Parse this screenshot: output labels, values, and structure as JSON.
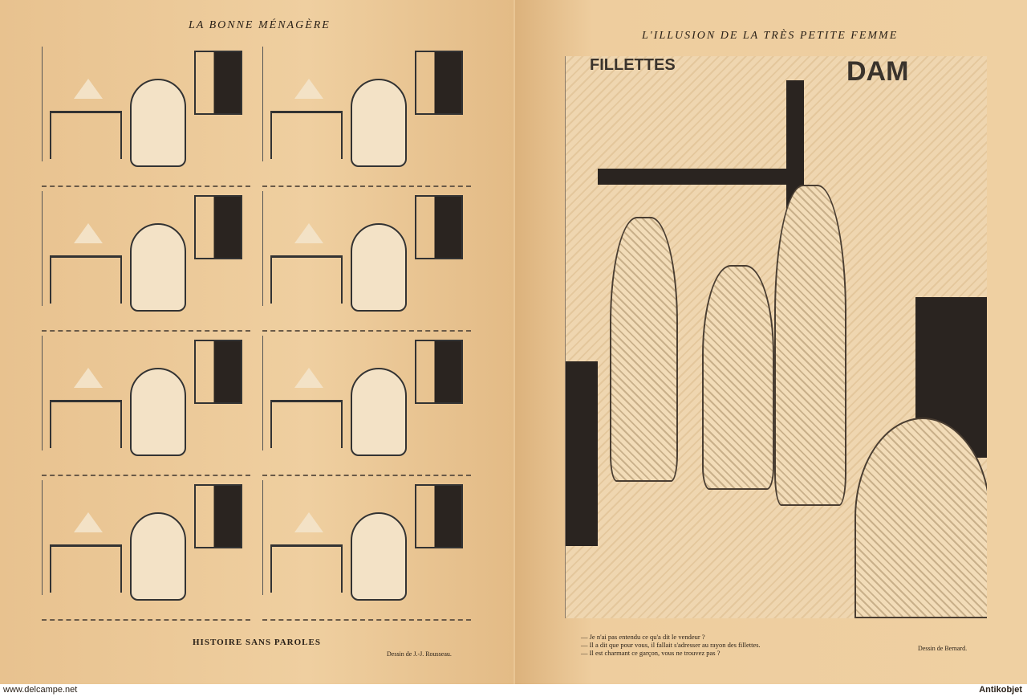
{
  "left_page": {
    "title": "La Bonne Ménagère",
    "caption": "Histoire sans paroles",
    "credit": "Dessin de J.-J. Rousseau."
  },
  "right_page": {
    "title": "L'illusion de la très petite femme",
    "sign_left": "FILLETTES",
    "sign_right": "DAM",
    "dialogue": [
      "— Je n'ai pas entendu ce qu'a dit le vendeur ?",
      "— Il a dit que pour vous, il fallait s'adresser au rayon des fillettes.",
      "— Il est charmant ce garçon, vous ne trouvez pas ?"
    ],
    "credit": "Dessin de Bernard."
  },
  "footer": {
    "left": "www.delcampe.net",
    "right": "Antikobjet"
  }
}
